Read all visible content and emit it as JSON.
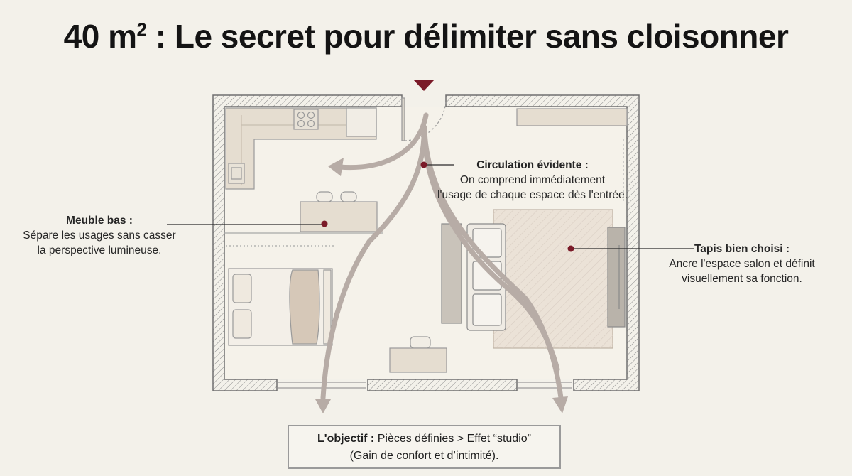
{
  "title": {
    "main": "40 m",
    "superscript": "2",
    "rest": " : Le secret pour délimiter sans cloisonner"
  },
  "annotations": {
    "low_furniture": {
      "heading": "Meuble bas :",
      "line1": "Sépare les usages sans casser",
      "line2": "la perspective lumineuse."
    },
    "circulation": {
      "heading": "Circulation évidente :",
      "line1": "On comprend immédiatement",
      "line2": "l'usage de chaque espace dès l'entrée."
    },
    "rug": {
      "heading": "Tapis bien choisi :",
      "line1": "Ancre l'espace salon et définit",
      "line2": "visuellement sa fonction."
    }
  },
  "goal_box": {
    "label": "L'objectif :",
    "text": " Pièces définies > Effet “studio”",
    "line2": "(Gain de confort et d’intimité)."
  },
  "colors": {
    "accent": "#7a1a28",
    "wall": "#7a7a7a",
    "flow_arrow": "#b7aca6",
    "background": "#f3f1ea"
  }
}
